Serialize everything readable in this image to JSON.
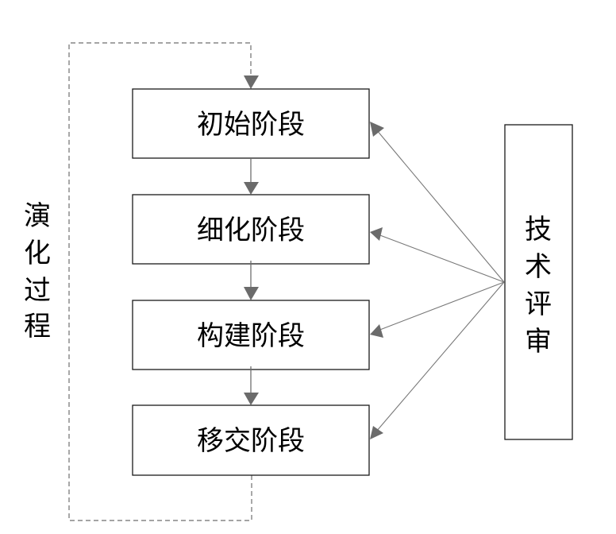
{
  "diagram": {
    "stages": [
      {
        "label": "初始阶段"
      },
      {
        "label": "细化阶段"
      },
      {
        "label": "构建阶段"
      },
      {
        "label": "移交阶段"
      }
    ],
    "left_label": {
      "chars": [
        "演",
        "化",
        "过",
        "程"
      ],
      "text": "演化过程"
    },
    "review_box": {
      "chars": [
        "技",
        "术",
        "评",
        "审"
      ],
      "text": "技术评审"
    },
    "connections": [
      {
        "from": "初始阶段",
        "to": "细化阶段",
        "style": "solid"
      },
      {
        "from": "细化阶段",
        "to": "构建阶段",
        "style": "solid"
      },
      {
        "from": "构建阶段",
        "to": "移交阶段",
        "style": "solid"
      },
      {
        "from": "移交阶段",
        "to": "初始阶段",
        "style": "dashed",
        "meaning": "iteration loop"
      },
      {
        "from": "技术评审",
        "to": "初始阶段",
        "style": "solid"
      },
      {
        "from": "技术评审",
        "to": "细化阶段",
        "style": "solid"
      },
      {
        "from": "技术评审",
        "to": "构建阶段",
        "style": "solid"
      },
      {
        "from": "技术评审",
        "to": "移交阶段",
        "style": "solid"
      }
    ],
    "colors": {
      "box_stroke": "#1a1a1a",
      "arrow": "#6b6b6b",
      "text": "#000000",
      "background": "#ffffff"
    }
  }
}
